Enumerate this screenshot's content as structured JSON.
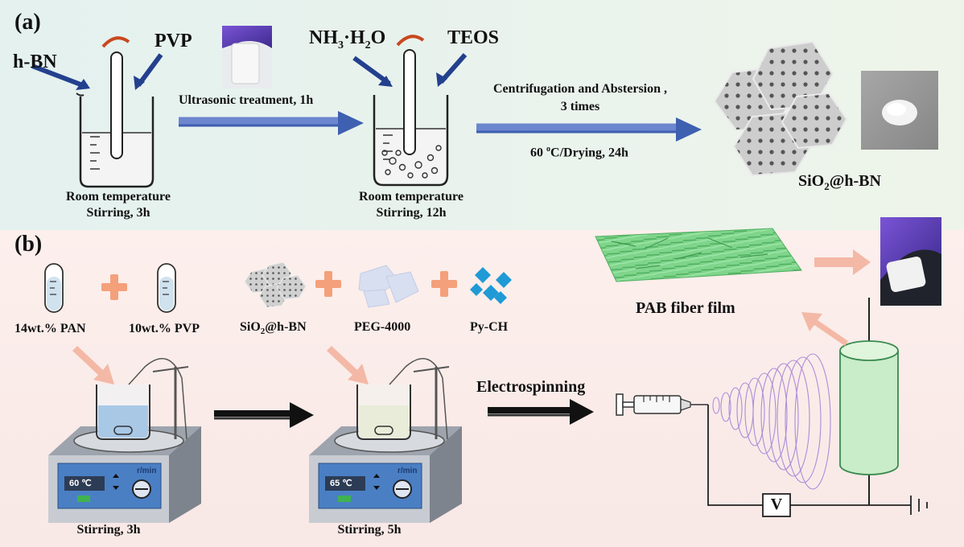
{
  "panel_a": {
    "label": "(a)",
    "reagent_hbn": "h-BN",
    "reagent_pvp": "PVP",
    "step1": "Ultrasonic treatment, 1h",
    "reagent_nh3_main": "NH",
    "reagent_nh3_sub": "3",
    "reagent_nh3_rest": "·H",
    "reagent_nh3_sub2": "2",
    "reagent_nh3_end": "O",
    "reagent_teos": "TEOS",
    "beaker1_line1": "Room temperature",
    "beaker1_line2": "Stirring, 3h",
    "beaker2_line1": "Room temperature",
    "beaker2_line2": "Stirring, 12h",
    "step2_line1": "Centrifugation and Abstersion ,",
    "step2_line2": "3 times",
    "step3_pre": "60 ",
    "step3_sup": "o",
    "step3_post": "C/Drying, 24h",
    "product_pre": "SiO",
    "product_sub": "2",
    "product_post": "@h-BN"
  },
  "panel_b": {
    "label": "(b)",
    "pan": "14wt.% PAN",
    "pvp": "10wt.% PVP",
    "sio2_pre": "SiO",
    "sio2_sub": "2",
    "sio2_post": "@h-BN",
    "peg": "PEG-4000",
    "pych": "Py-CH",
    "stir1": "Stirring, 3h",
    "stir2": "Stirring, 5h",
    "temp1": "60 ℃",
    "temp2": "65 ℃",
    "rmin": "r/min",
    "electrospinning": "Electrospinning",
    "film": "PAB fiber film",
    "voltmeter": "V"
  },
  "colors": {
    "top_bg": "#e6f2ee",
    "bottom_bg": "#fbecea",
    "arrow_blue": "#3f5fb0",
    "plus_orange": "#f4a07a",
    "fiber_green": "#6fcf7d",
    "collector": "#c9ecc9",
    "hotplate_blue": "#4a7fc4",
    "pych_blue": "#1f9ad6"
  }
}
